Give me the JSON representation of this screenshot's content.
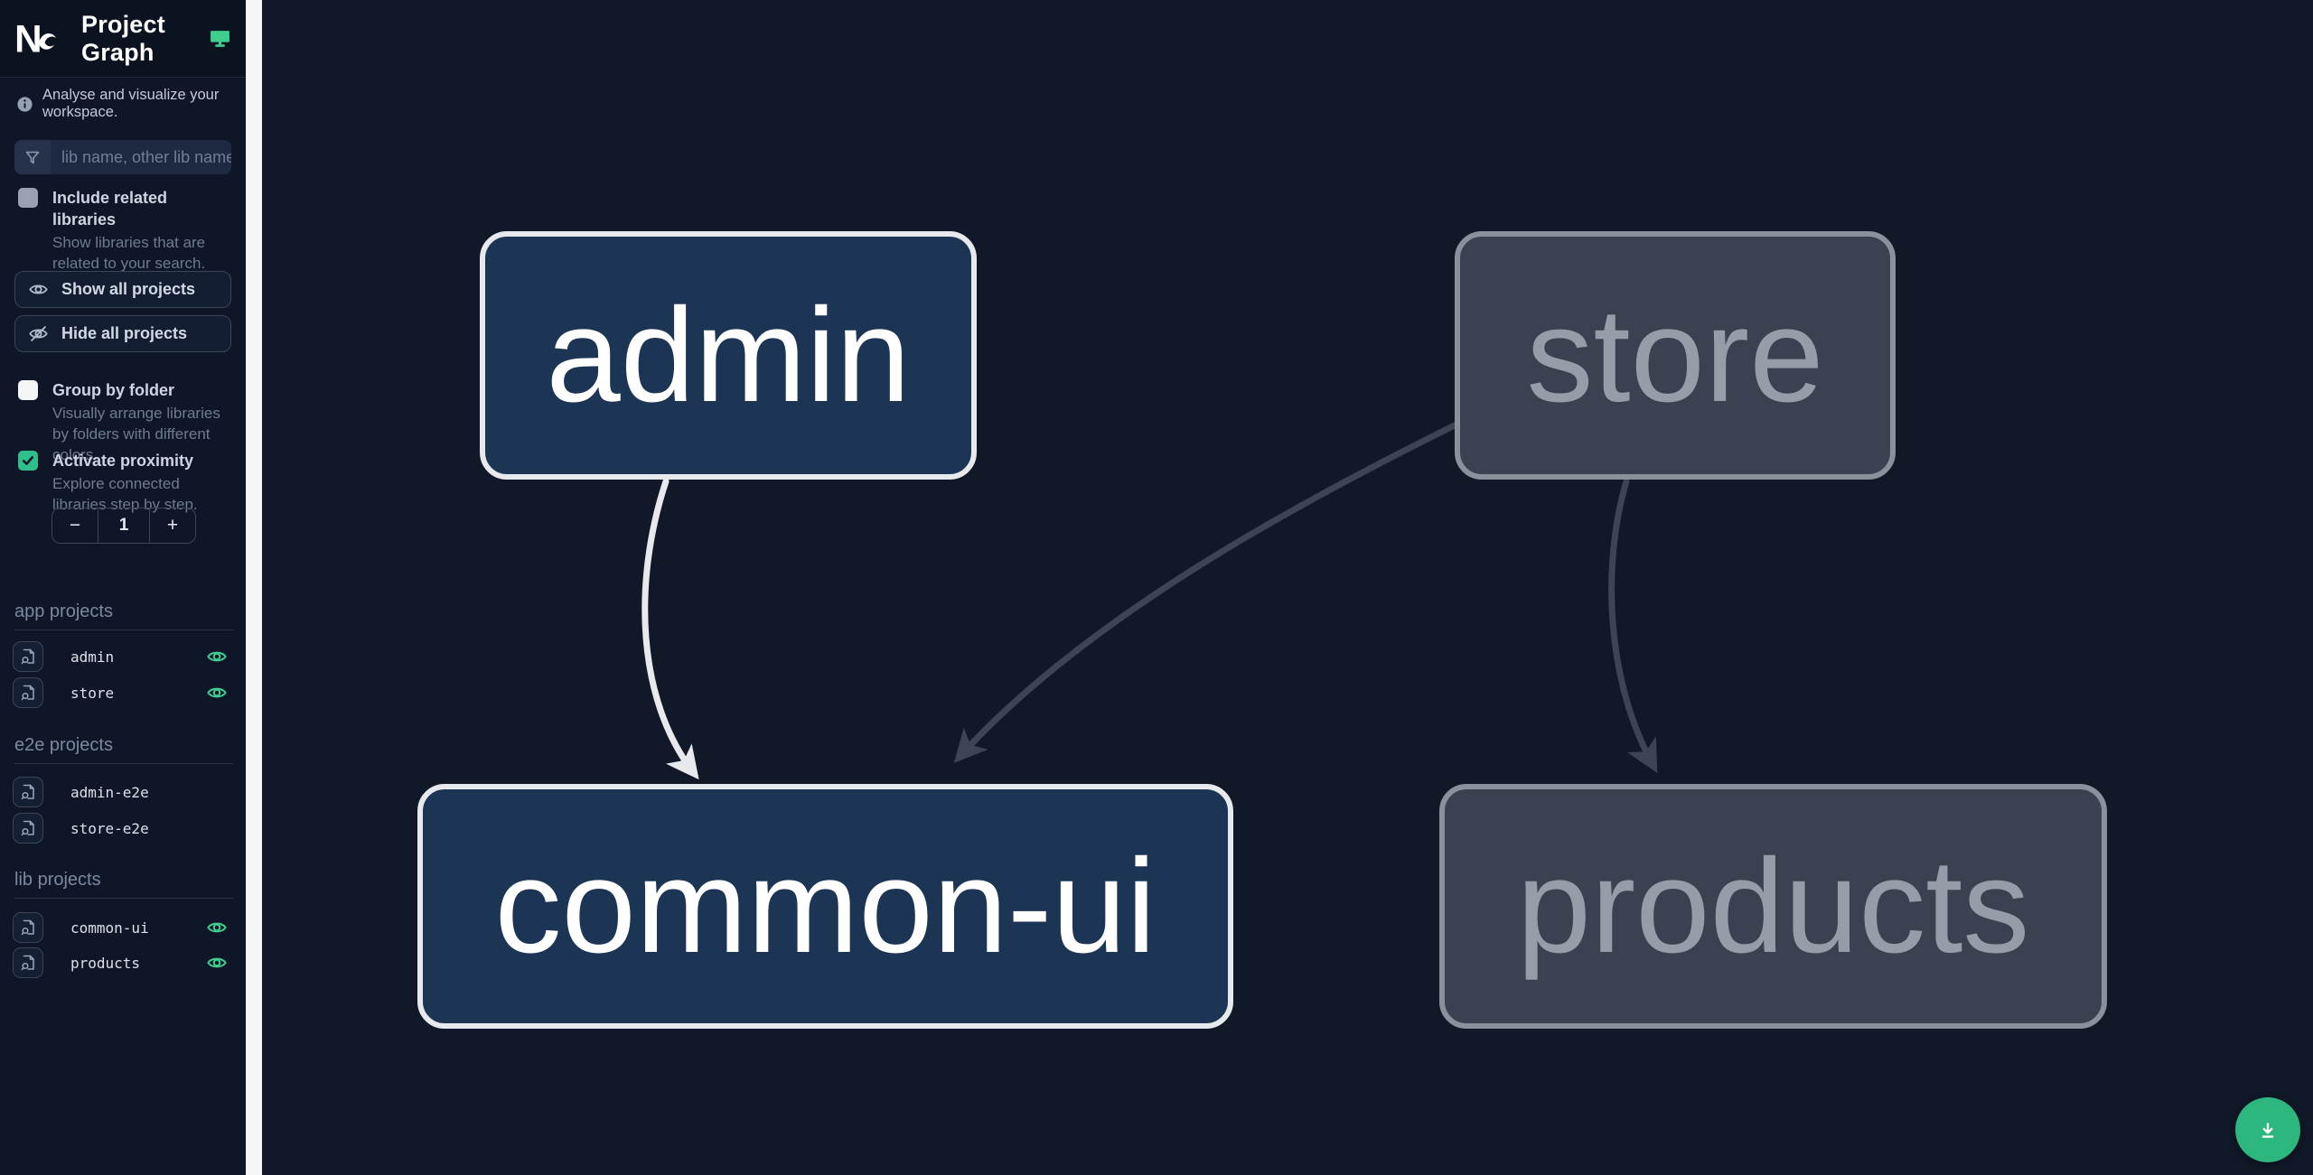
{
  "app": {
    "title": "Project Graph"
  },
  "sidebar": {
    "tagline": "Analyse and visualize your workspace.",
    "search_placeholder": "lib name, other lib name",
    "include_related": {
      "label": "Include related libraries",
      "description": "Show libraries that are related to your search.",
      "checked": false
    },
    "show_all_label": "Show all projects",
    "hide_all_label": "Hide all projects",
    "group_by_folder": {
      "label": "Group by folder",
      "description": "Visually arrange libraries by folders with different colors.",
      "checked": false
    },
    "activate_proximity": {
      "label": "Activate proximity",
      "description": "Explore connected libraries step by step.",
      "checked": true
    },
    "proximity_stepper": {
      "decrement": "−",
      "value": "1",
      "increment": "+"
    },
    "sections": {
      "app": {
        "title": "app projects",
        "items": [
          {
            "name": "admin",
            "visible": true
          },
          {
            "name": "store",
            "visible": true
          }
        ]
      },
      "e2e": {
        "title": "e2e projects",
        "items": [
          {
            "name": "admin-e2e",
            "visible": false
          },
          {
            "name": "store-e2e",
            "visible": false
          }
        ]
      },
      "lib": {
        "title": "lib projects",
        "items": [
          {
            "name": "common-ui",
            "visible": true
          },
          {
            "name": "products",
            "visible": true
          }
        ]
      }
    }
  },
  "graph": {
    "nodes": [
      {
        "id": "admin",
        "label": "admin",
        "state": "focused"
      },
      {
        "id": "store",
        "label": "store",
        "state": "faded"
      },
      {
        "id": "common-ui",
        "label": "common-ui",
        "state": "focused"
      },
      {
        "id": "products",
        "label": "products",
        "state": "faded"
      }
    ],
    "edges": [
      {
        "from": "admin",
        "to": "common-ui",
        "style": "highlighted"
      },
      {
        "from": "store",
        "to": "common-ui",
        "style": "faded"
      },
      {
        "from": "store",
        "to": "products",
        "style": "faded"
      }
    ]
  },
  "fab": {
    "action": "download-graph-image"
  },
  "colors": {
    "accent_teal": "#3ecf8e",
    "fab_green": "#2eb67f",
    "node_focused_fill": "#1d3554",
    "node_focused_border": "#e7e9ec",
    "node_faded_fill": "#3a4150",
    "node_faded_border": "#8a919d",
    "edge_light": "#e7e9ec",
    "edge_faded": "#3d4554",
    "sidebar_bg": "#0e1627",
    "canvas_bg": "#111827"
  }
}
